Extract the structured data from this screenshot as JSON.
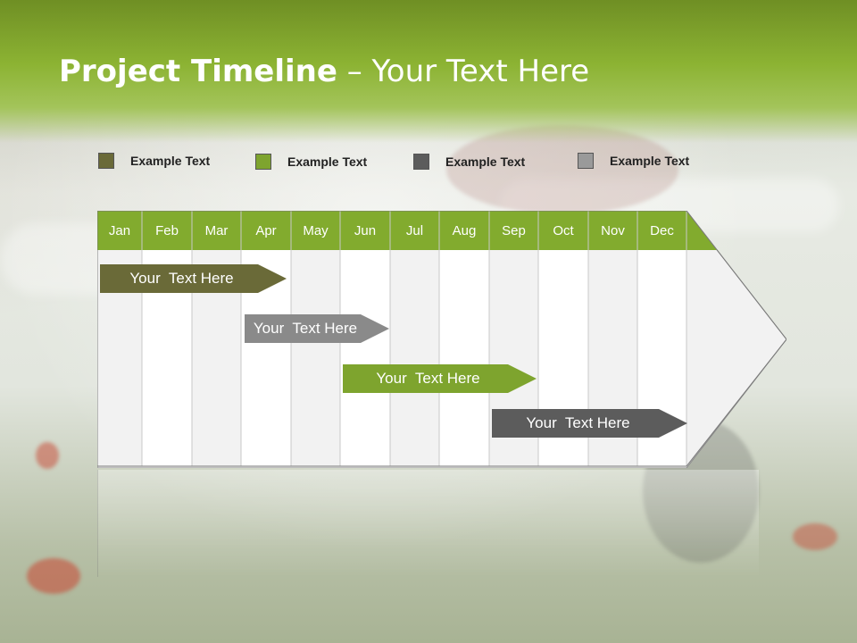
{
  "title": {
    "bold": "Project Timeline",
    "rest": " – Your Text Here"
  },
  "legend": [
    {
      "label": "Example Text",
      "color": "#6a6a38"
    },
    {
      "label": "Example Text",
      "color": "#7ea42e"
    },
    {
      "label": "Example Text",
      "color": "#5c5c5c"
    },
    {
      "label": "Example Text",
      "color": "#9a9a9a"
    }
  ],
  "months": [
    "Jan",
    "Feb",
    "Mar",
    "Apr",
    "May",
    "Jun",
    "Jul",
    "Aug",
    "Sep",
    "Oct",
    "Nov",
    "Dec"
  ],
  "colors": {
    "header_green": "#82ab2e",
    "month_band": "#82ab2e",
    "column_light": "#f2f2f2",
    "column_white": "#ffffff",
    "grid_line": "#c8c8c8"
  },
  "tasks": [
    {
      "label": "Your  Text Here",
      "color": "#6a6a38"
    },
    {
      "label": "Your  Text Here",
      "color": "#8a8a8a"
    },
    {
      "label": "Your  Text Here",
      "color": "#7ea42e"
    },
    {
      "label": "Your  Text Here",
      "color": "#5c5c5c"
    }
  ]
}
